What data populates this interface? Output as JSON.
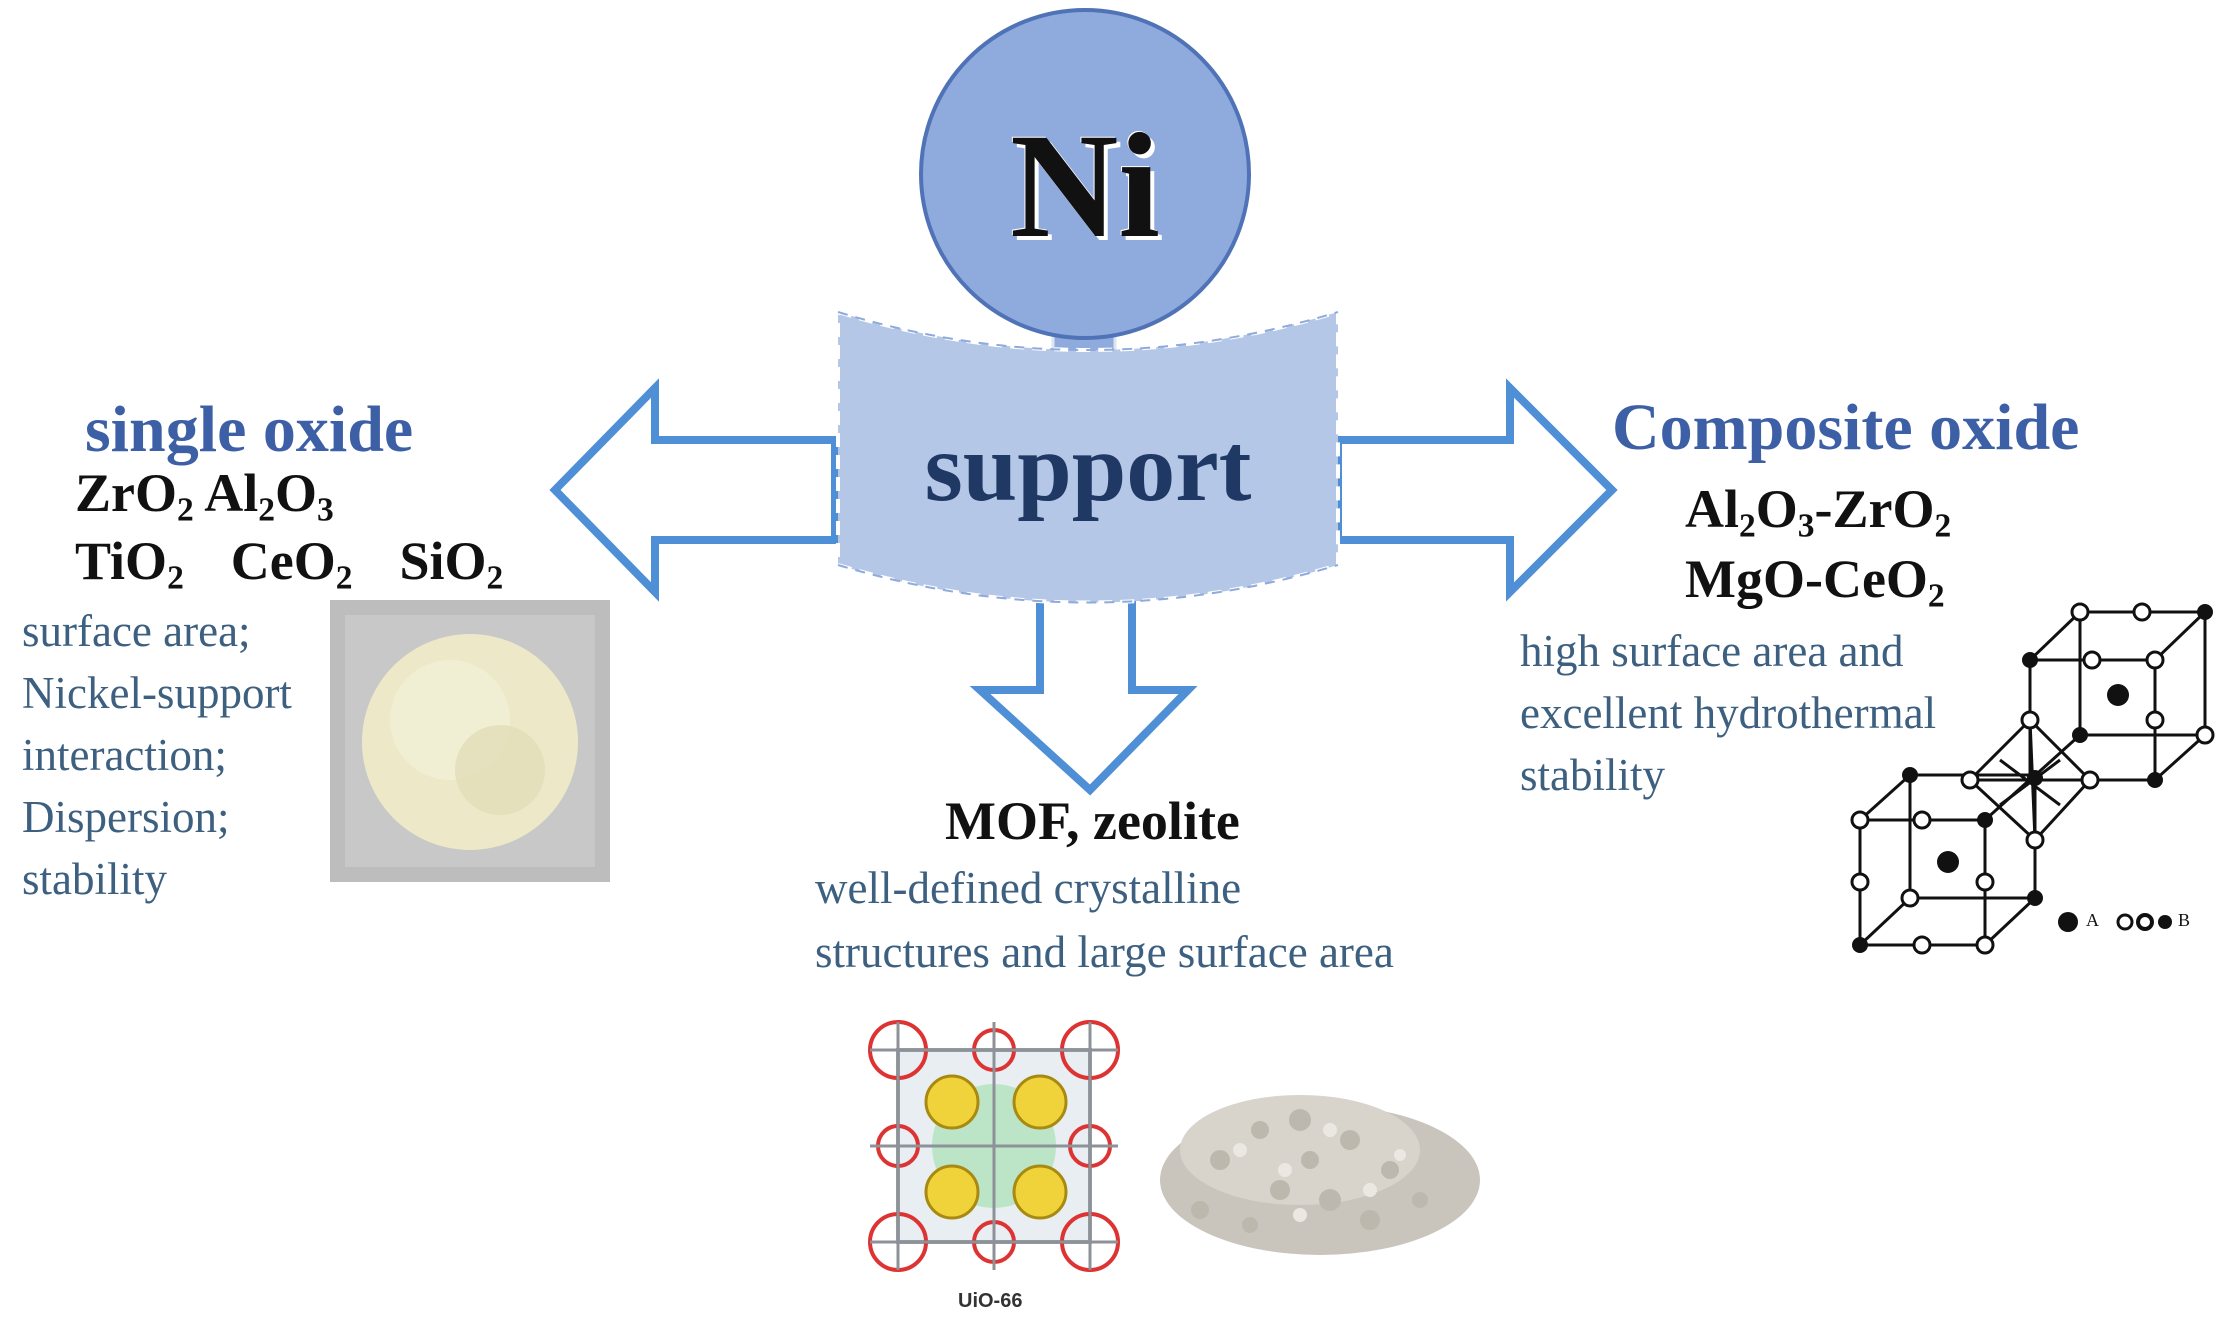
{
  "center": {
    "element": "Ni",
    "support_label": "support"
  },
  "left": {
    "heading": "single oxide",
    "formulas_row1": [
      {
        "base": "ZrO",
        "sub": "2",
        "rest": "",
        "rest_sub": ""
      },
      {
        "base": "Al",
        "sub": "2",
        "rest": "O",
        "rest_sub": "3"
      }
    ],
    "formulas_row2": [
      {
        "base": "TiO",
        "sub": "2",
        "rest": "",
        "rest_sub": ""
      },
      {
        "base": "CeO",
        "sub": "2",
        "rest": "",
        "rest_sub": ""
      },
      {
        "base": "SiO",
        "sub": "2",
        "rest": "",
        "rest_sub": ""
      }
    ],
    "desc_lines": [
      "surface area;",
      "Nickel-support",
      "interaction;",
      "Dispersion;",
      "stability"
    ]
  },
  "right": {
    "heading": "Composite oxide",
    "formula1": {
      "a": "Al",
      "a_sub": "2",
      "b": "O",
      "b_sub": "3",
      "c": "-ZrO",
      "c_sub": "2"
    },
    "formula2": {
      "a": "MgO-CeO",
      "a_sub": "2"
    },
    "desc_lines": [
      "high surface area and",
      "excellent hydrothermal",
      "stability"
    ],
    "legend_a": "A",
    "legend_b": "B"
  },
  "bottom": {
    "heading": "MOF, zeolite",
    "desc_lines": [
      "well-defined crystalline",
      "structures and large surface area"
    ],
    "mof_caption": "UiO-66"
  },
  "colors": {
    "arrow_stroke": "#4f8fd6",
    "ni_circle": "#8faadc",
    "support_fill": "#b4c7e7",
    "heading_blue": "#3d5fa6",
    "desc_blue": "#3d6080"
  }
}
